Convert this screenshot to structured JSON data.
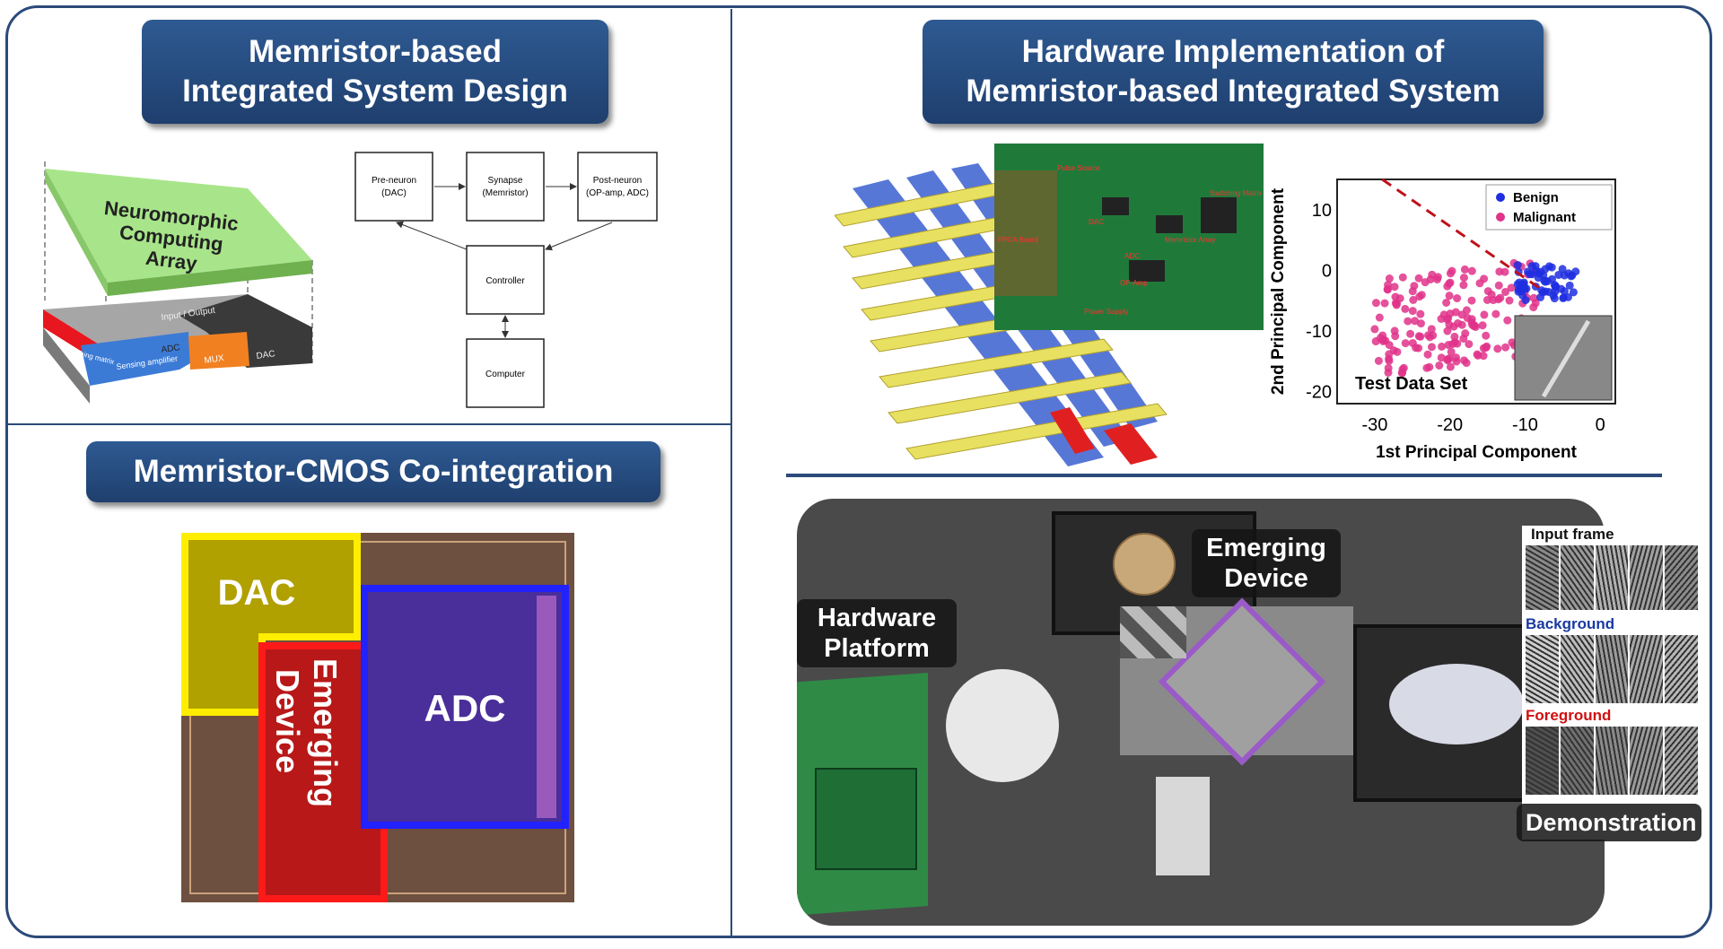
{
  "panels": {
    "design": {
      "title_line1": "Memristor-based",
      "title_line2": "Integrated System Design",
      "chip": {
        "top_label_lines": [
          "Neuromorphic",
          "Computing",
          "Array"
        ],
        "io_label": "Input / Output",
        "adc_label": "ADC",
        "dac_label": "DAC",
        "switch_label": "Switching matrix",
        "sense_label": "Sensing amplifier",
        "mux_label": "MUX",
        "colors": {
          "top": "#9be07a",
          "red": "#e8161e",
          "blue": "#3b7bd6",
          "orange": "#f08020",
          "dark": "#3a3a3a",
          "gray": "#a6a6a6"
        }
      },
      "blocks": {
        "pre_neuron": [
          "Pre-neuron",
          "(DAC)"
        ],
        "synapse": [
          "Synapse",
          "(Memristor)"
        ],
        "post_neuron": [
          "Post-neuron",
          "(OP-amp, ADC)"
        ],
        "controller": "Controller",
        "computer": "Computer"
      }
    },
    "cointegration": {
      "title": "Memristor-CMOS Co-integration",
      "dac": "DAC",
      "emerging": [
        "Emerging",
        "Device"
      ],
      "adc": "ADC"
    },
    "hardware": {
      "title_line1": "Hardware Implementation of",
      "title_line2": "Memristor-based Integrated System",
      "pcb_labels": [
        "Pulse Source",
        "DAC",
        "Switching Matrix",
        "FPGA Board",
        "ADC",
        "Memristor Array",
        "OP-Amp",
        "Power Supply"
      ],
      "scatter_chart_data": {
        "type": "scatter",
        "xlabel": "1st Principal Component",
        "ylabel": "2nd Principal Component",
        "xlim": [
          -35,
          2
        ],
        "ylim": [
          -22,
          15
        ],
        "xticks": [
          -30,
          -20,
          -10,
          0
        ],
        "yticks": [
          10,
          0,
          -10,
          -20
        ],
        "annotation": "Test Data Set",
        "series": [
          {
            "name": "Benign",
            "color": "#1f2ee0"
          },
          {
            "name": "Malignant",
            "color": "#e0338a"
          }
        ]
      }
    },
    "demo": {
      "hardware_platform": [
        "Hardware",
        "Platform"
      ],
      "emerging_device": [
        "Emerging",
        "Device"
      ],
      "input_frame": "Input frame",
      "background": "Background",
      "foreground": "Foreground",
      "demonstration": "Demonstration",
      "colors": {
        "background_label": "#1a3aa0",
        "foreground_label": "#d01010"
      }
    }
  }
}
